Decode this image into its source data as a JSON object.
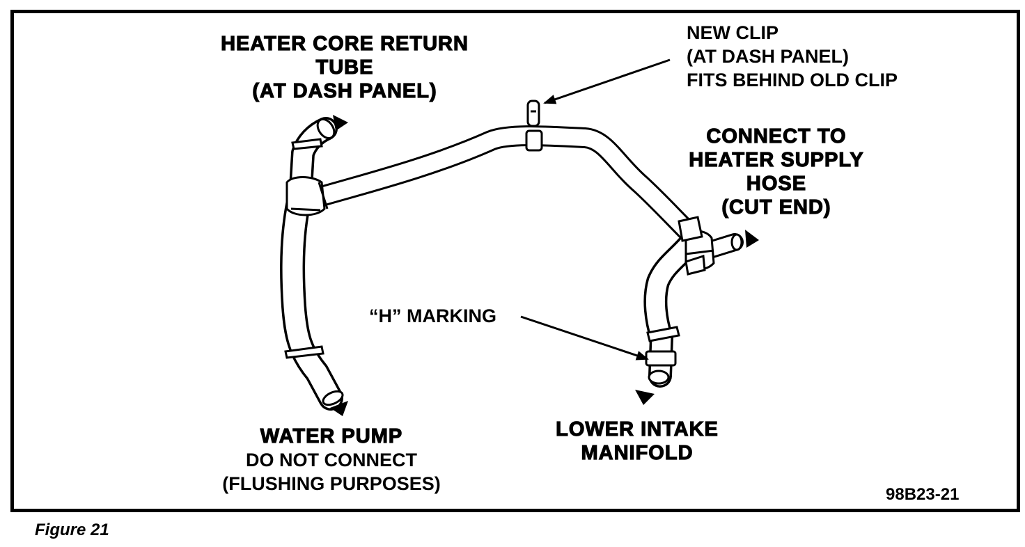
{
  "labels": {
    "heater_core_return": "HEATER CORE RETURN\nTUBE\n(AT DASH PANEL)",
    "new_clip": "NEW CLIP\n(AT DASH PANEL)\nFITS BEHIND OLD CLIP",
    "connect_heater_supply": "CONNECT TO\nHEATER SUPPLY\nHOSE\n(CUT END)",
    "h_marking": "“H” MARKING",
    "water_pump_title": "WATER PUMP",
    "water_pump_note": "DO NOT CONNECT\n(FLUSHING PURPOSES)",
    "lower_intake": "LOWER INTAKE\nMANIFOLD"
  },
  "figure": {
    "code": "98B23-21",
    "caption": "Figure 21"
  },
  "colors": {
    "ink": "#000000",
    "paper": "#ffffff"
  }
}
